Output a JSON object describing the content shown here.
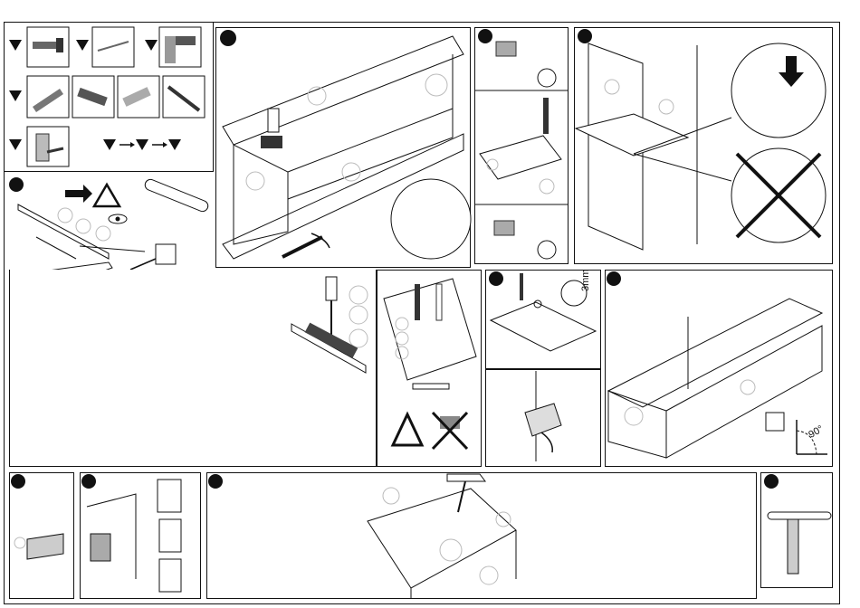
{
  "document": {
    "kind": "assembly instruction sheet",
    "labels": {
      "gap_dimension": "3mm",
      "angle": "90°"
    },
    "hardware_icons": [
      "confirmat-screw-icon",
      "nail-icon",
      "hinge-plate-icon",
      "angle-bracket-icon",
      "wood-screw-icon",
      "wall-plug-icon",
      "long-screw-icon",
      "cam-lock-icon"
    ],
    "warning_icons": [
      "warning-triangle-icon",
      "no-power-drill-icon",
      "eye-icon",
      "tape-measure-icon",
      "screwdriver-icon"
    ]
  }
}
